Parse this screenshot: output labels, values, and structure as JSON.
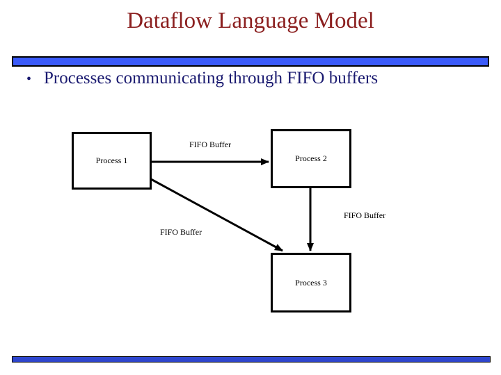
{
  "slide": {
    "title": "Dataflow Language Model",
    "bullet_glyph": "•",
    "bullet_text": "Processes communicating through FIFO buffers",
    "colors": {
      "background": "#FFFFFF",
      "title_text": "#8B1F1F",
      "body_text": "#1A1A70",
      "top_bar_fill": "#3B5BFA",
      "bottom_bar_fill": "#2E46CE",
      "bar_border": "#000000",
      "diagram_line": "#000000"
    }
  },
  "diagram": {
    "boxes": [
      {
        "label": "Process 1"
      },
      {
        "label": "Process 2"
      },
      {
        "label": "Process 3"
      }
    ],
    "edge_labels": [
      {
        "label": "FIFO Buffer",
        "edge": "process1-to-process2"
      },
      {
        "label": "FIFO Buffer",
        "edge": "process2-to-process3"
      },
      {
        "label": "FIFO Buffer",
        "edge": "process1-to-process3"
      }
    ]
  }
}
